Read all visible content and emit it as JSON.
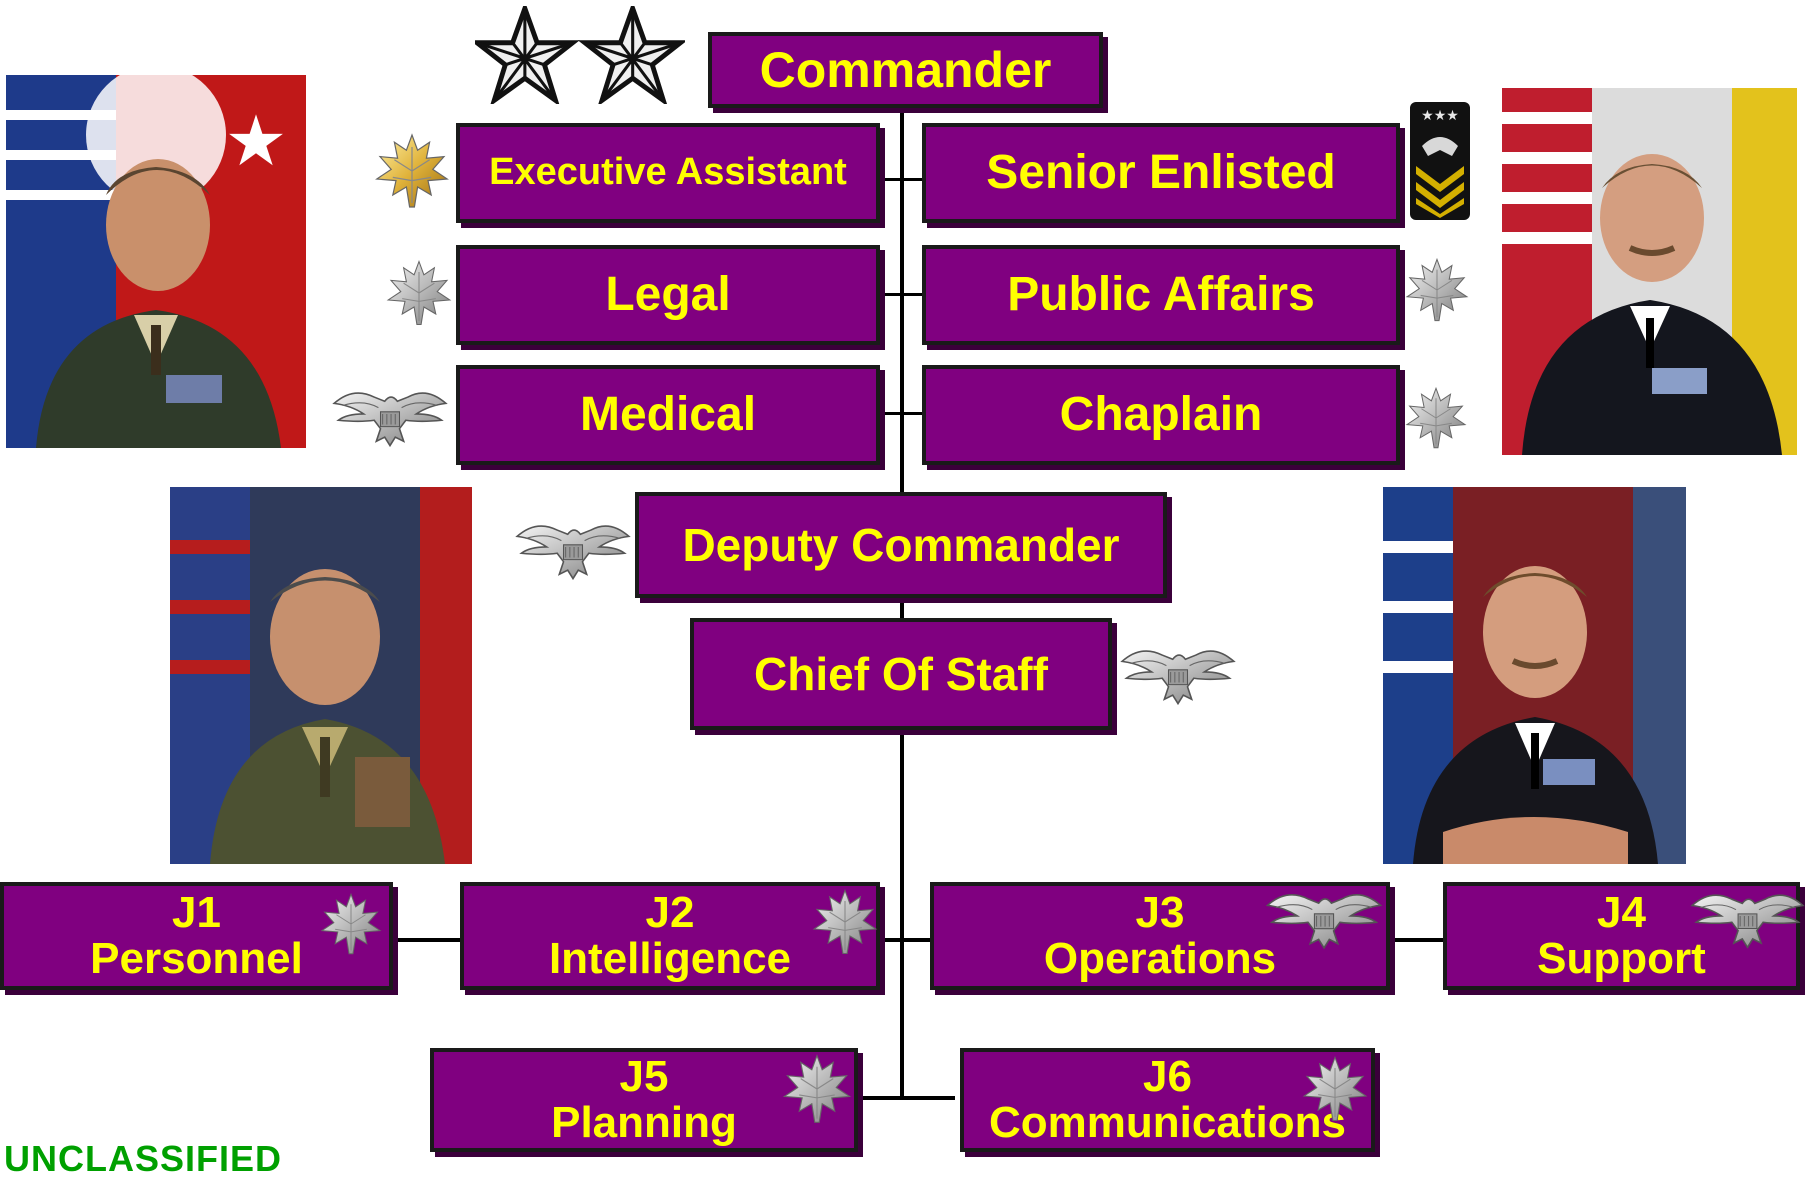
{
  "org": {
    "commander": "Commander",
    "executive_assistant": "Executive Assistant",
    "senior_enlisted": "Senior Enlisted",
    "legal": "Legal",
    "public_affairs": "Public Affairs",
    "medical": "Medical",
    "chaplain": "Chaplain",
    "deputy_commander": "Deputy Commander",
    "chief_of_staff": "Chief Of Staff",
    "j1": {
      "code": "J1",
      "name": "Personnel"
    },
    "j2": {
      "code": "J2",
      "name": "Intelligence"
    },
    "j3": {
      "code": "J3",
      "name": "Operations"
    },
    "j4": {
      "code": "J4",
      "name": "Support"
    },
    "j5": {
      "code": "J5",
      "name": "Planning"
    },
    "j6": {
      "code": "J6",
      "name": "Communications"
    }
  },
  "classification": "UNCLASSIFIED",
  "colors": {
    "box_fill": "#800080",
    "box_text": "#ffff00",
    "classification_text": "#00a000"
  },
  "icons": [
    "two-star-insignia-icon",
    "gold-oak-leaf-icon",
    "silver-oak-leaf-icon",
    "eagle-insignia-icon",
    "master-chief-rating-badge-icon"
  ]
}
